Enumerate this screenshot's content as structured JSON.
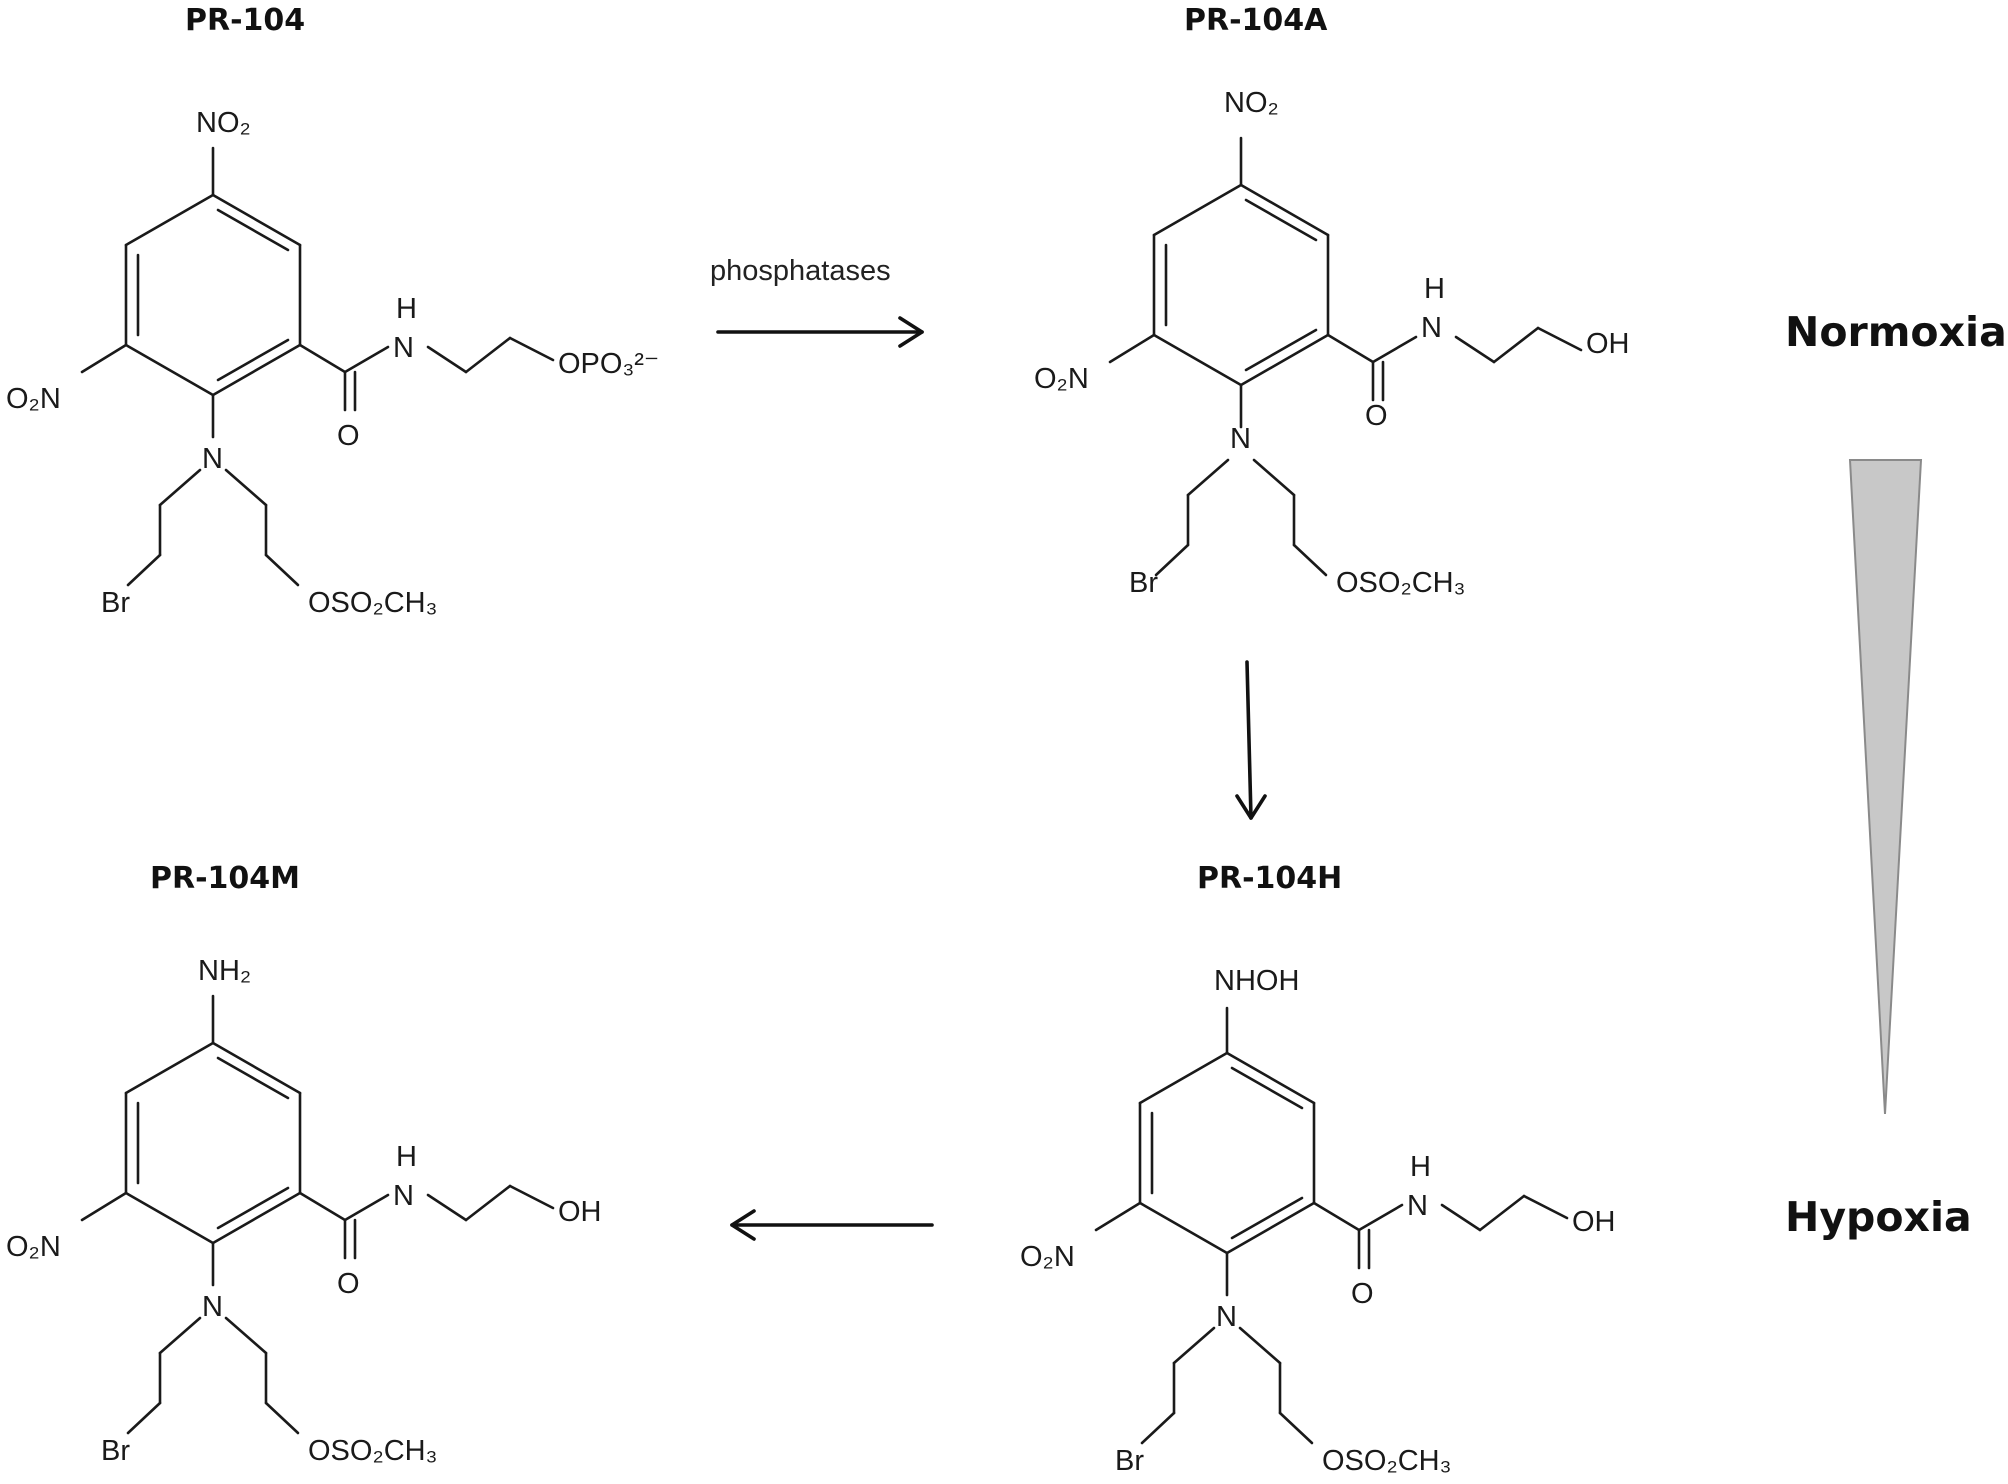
{
  "compounds": {
    "pr104": {
      "name": "PR-104",
      "top_group": "NO₂",
      "amide_end": "OPO₃²⁻"
    },
    "pr104a": {
      "name": "PR-104A",
      "top_group": "NO₂",
      "amide_end": "OH"
    },
    "pr104h": {
      "name": "PR-104H",
      "top_group": "NHOH",
      "amide_end": "OH"
    },
    "pr104m": {
      "name": "PR-104M",
      "top_group": "NH₂",
      "amide_end": "OH"
    }
  },
  "atoms": {
    "nitro": "O₂N",
    "amide_h": "H",
    "amide_n": "N",
    "carbonyl_o": "O",
    "mustard_n": "N",
    "bromo": "Br",
    "mesylate": "OSO₂CH₃"
  },
  "arrows": {
    "step1_label": "phosphatases"
  },
  "gradient": {
    "top_label": "Normoxia",
    "bottom_label": "Hypoxia",
    "fill_color": "#c8c8c8",
    "stroke_color": "#8a8a8a"
  }
}
